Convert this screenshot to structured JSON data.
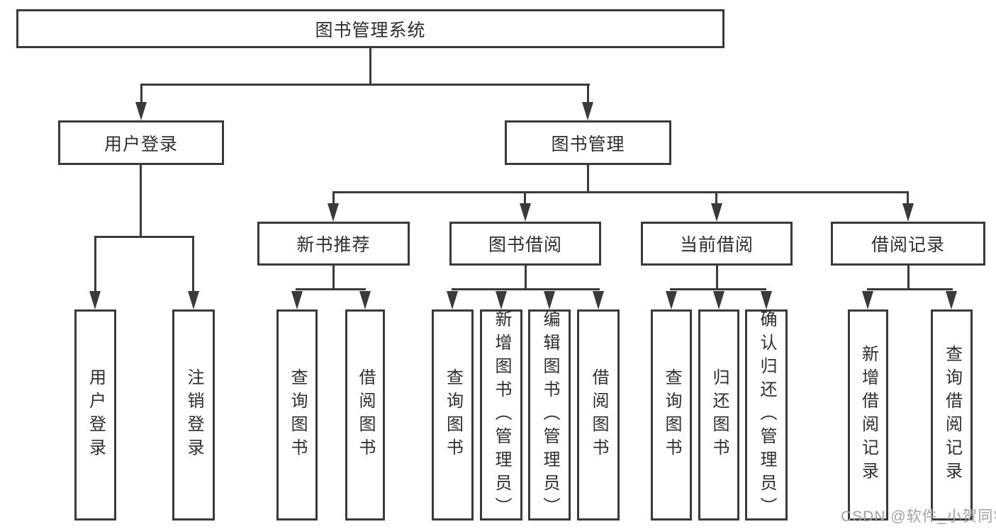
{
  "diagram": {
    "type": "hierarchy-tree",
    "title": "图书管理系统",
    "watermark": "CSDN @软件_小贺同学",
    "colors": {
      "background": "#ffffff",
      "line": "#3a3a3a",
      "box_border": "#3a3a3a",
      "text": "#2e2e2e",
      "watermark": "#a2a2a2"
    },
    "nodes": {
      "root": {
        "label": "图书管理系统"
      },
      "user_login": {
        "label": "用户登录"
      },
      "book_mgmt": {
        "label": "图书管理"
      },
      "new_books": {
        "label": "新书推荐"
      },
      "book_borrow": {
        "label": "图书借阅"
      },
      "current_borrow": {
        "label": "当前借阅"
      },
      "borrow_records": {
        "label": "借阅记录"
      },
      "leaf_user_login": {
        "label": "用户登录"
      },
      "leaf_logout": {
        "label": "注销登录"
      },
      "leaf_nb_query": {
        "label": "查询图书"
      },
      "leaf_nb_borrow": {
        "label": "借阅图书"
      },
      "leaf_bb_query": {
        "label": "查询图书"
      },
      "leaf_bb_add": {
        "label": "新增图书（管理员）"
      },
      "leaf_bb_edit": {
        "label": "编辑图书（管理员）"
      },
      "leaf_bb_borrow": {
        "label": "借阅图书"
      },
      "leaf_cb_query": {
        "label": "查询图书"
      },
      "leaf_cb_return": {
        "label": "归还图书"
      },
      "leaf_cb_confirm": {
        "label": "确认归还（管理员）"
      },
      "leaf_br_add": {
        "label": "新增借阅记录"
      },
      "leaf_br_query": {
        "label": "查询借阅记录"
      }
    },
    "structure": {
      "图书管理系统": {
        "用户登录": [
          "用户登录",
          "注销登录"
        ],
        "图书管理": {
          "新书推荐": [
            "查询图书",
            "借阅图书"
          ],
          "图书借阅": [
            "查询图书",
            "新增图书（管理员）",
            "编辑图书（管理员）",
            "借阅图书"
          ],
          "当前借阅": [
            "查询图书",
            "归还图书",
            "确认归还（管理员）"
          ],
          "借阅记录": [
            "新增借阅记录",
            "查询借阅记录"
          ]
        }
      }
    }
  }
}
